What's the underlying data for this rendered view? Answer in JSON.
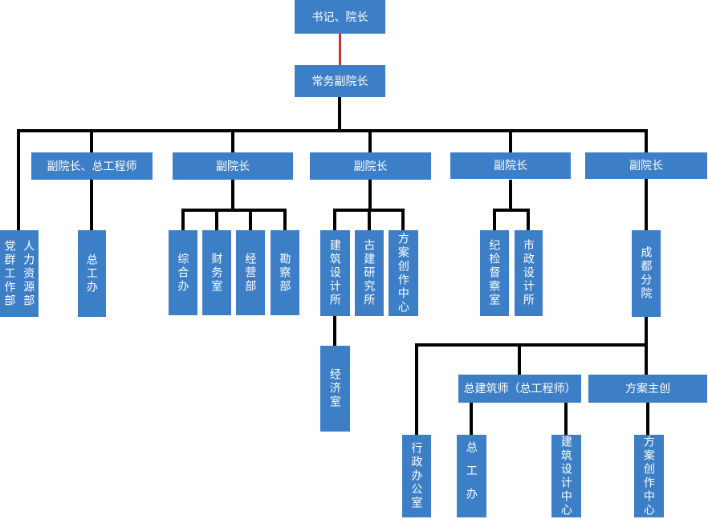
{
  "diagram": {
    "type": "org-chart",
    "nodes": {
      "secretary_dean": "书记、院长",
      "executive_vice_dean": "常务副院长",
      "vice_dean_chief_engineer": "副院长、总工程师",
      "vice_dean": "副院长",
      "party_masses_dept": "党群工作部",
      "hr_dept": "人力资源部",
      "chief_engineer_office": "总工办",
      "general_office": "综合办",
      "finance_office": "财务室",
      "operations_dept": "经营部",
      "survey_dept": "勘察部",
      "architectural_design_institute": "建筑设计所",
      "ancient_architecture_institute": "古建研究所",
      "concept_creation_center": "方案创作中心",
      "economics_office": "经济室",
      "discipline_inspection_office": "纪检督察室",
      "municipal_design_institute": "市政设计所",
      "chengdu_branch": "成都分院",
      "chief_architect_chief_engineer": "总建筑师（总工程师）",
      "concept_lead": "方案主创",
      "admin_office": "行政办公室",
      "architectural_design_center": "建筑设计中心"
    },
    "colors": {
      "node_fill": "#3d7fc7",
      "node_text": "#ffffff",
      "connector": "#000000",
      "root_connector": "#c0392b",
      "background": "#ffffff"
    }
  }
}
